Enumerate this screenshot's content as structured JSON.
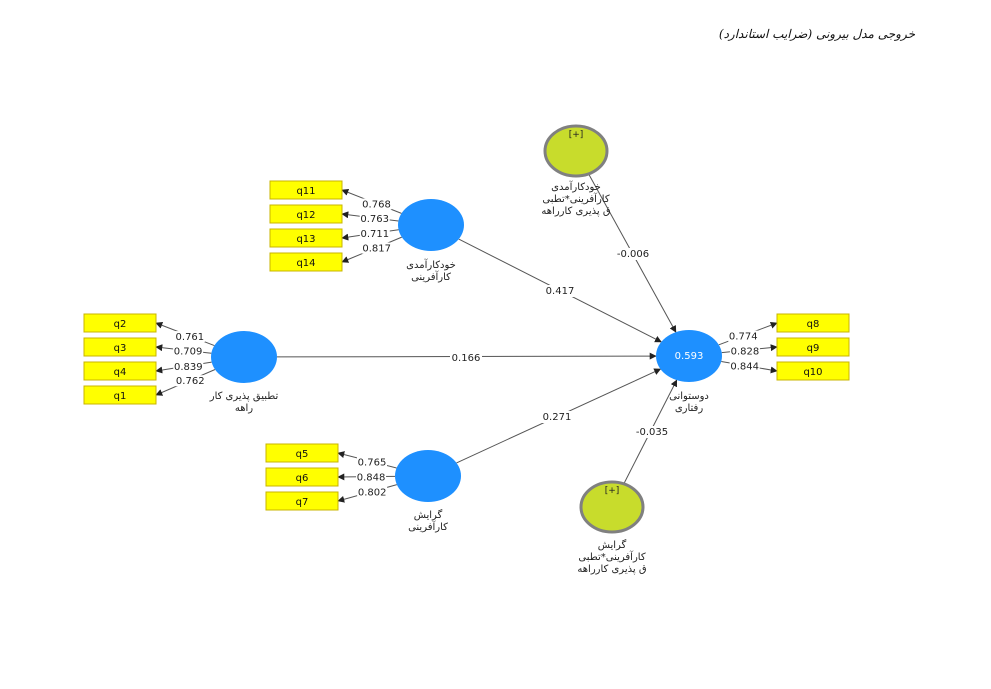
{
  "caption": "خروجی مدل بیرونی (ضرایب استاندارد)",
  "colors": {
    "construct_fill": "#1e90ff",
    "indicator_fill": "#ffff00",
    "indicator_border": "#c8b400",
    "moderator_fill": "#c8dc2c",
    "moderator_border": "#808080",
    "line": "#555555"
  },
  "constructs": [
    {
      "id": "khodkaramadi",
      "label_lines": [
        "خودکارآمدی",
        "کارآفرینی"
      ],
      "inner_value": ""
    },
    {
      "id": "tatbigh",
      "label_lines": [
        "تطبیق پذیری کار",
        "راهه"
      ],
      "inner_value": ""
    },
    {
      "id": "gerayesh",
      "label_lines": [
        "گرایش",
        "کارآفرینی"
      ],
      "inner_value": ""
    },
    {
      "id": "dostavani",
      "label_lines": [
        "دوستوانی",
        "رفتاری"
      ],
      "inner_value": "0.593"
    }
  ],
  "moderators": [
    {
      "id": "mod1",
      "marker": "[+]",
      "label_lines": [
        "خودکارآمدی",
        "کارآفرینی*تطبی",
        "ق پذیری کارراهه"
      ]
    },
    {
      "id": "mod2",
      "marker": "[+]",
      "label_lines": [
        "گرایش",
        "کارآفرینی*تطبی",
        "ق پذیری کارراهه"
      ]
    }
  ],
  "indicators": {
    "khodkaramadi": [
      {
        "name": "q11",
        "loading": "0.768"
      },
      {
        "name": "q12",
        "loading": "0.763"
      },
      {
        "name": "q13",
        "loading": "0.711"
      },
      {
        "name": "q14",
        "loading": "0.817"
      }
    ],
    "tatbigh": [
      {
        "name": "q2",
        "loading": "0.761"
      },
      {
        "name": "q3",
        "loading": "0.709"
      },
      {
        "name": "q4",
        "loading": "0.839"
      },
      {
        "name": "q1",
        "loading": "0.762"
      }
    ],
    "gerayesh": [
      {
        "name": "q5",
        "loading": "0.765"
      },
      {
        "name": "q6",
        "loading": "0.848"
      },
      {
        "name": "q7",
        "loading": "0.802"
      }
    ],
    "dostavani": [
      {
        "name": "q8",
        "loading": "0.774"
      },
      {
        "name": "q9",
        "loading": "0.828"
      },
      {
        "name": "q10",
        "loading": "0.844"
      }
    ]
  },
  "paths": [
    {
      "from": "khodkaramadi",
      "to": "dostavani",
      "coef": "0.417"
    },
    {
      "from": "tatbigh",
      "to": "dostavani",
      "coef": "0.166"
    },
    {
      "from": "gerayesh",
      "to": "dostavani",
      "coef": "0.271"
    },
    {
      "from": "mod1",
      "to": "dostavani",
      "coef": "-0.006"
    },
    {
      "from": "mod2",
      "to": "dostavani",
      "coef": "-0.035"
    }
  ]
}
